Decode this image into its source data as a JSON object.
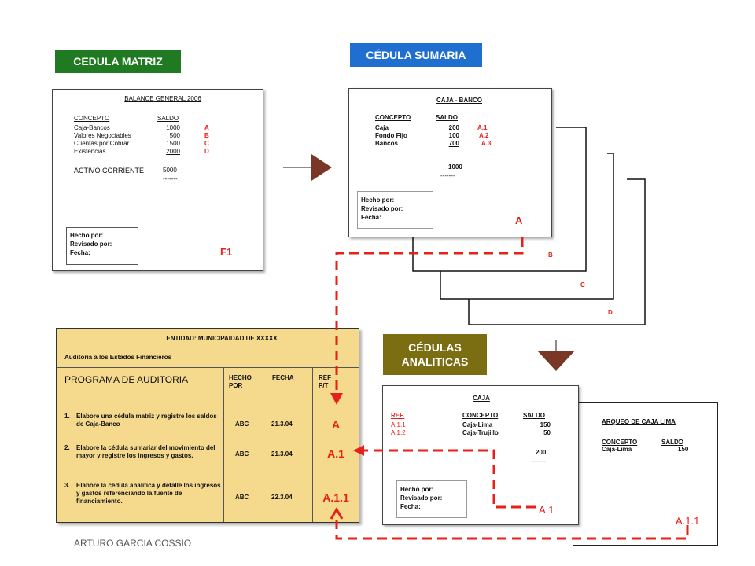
{
  "titles": {
    "matriz": "CEDULA MATRIZ",
    "sumaria": "CÉDULA SUMARIA",
    "analiticas": "CÉDULAS ANALITICAS"
  },
  "colors": {
    "green": "#1f7a22",
    "blue": "#1e6fd0",
    "olive": "#7b6e12",
    "red": "#e8201a",
    "sand": "#f5d98c",
    "arrow": "#7a3626"
  },
  "matriz": {
    "title": "BALANCE GENERAL 2006",
    "col_concepto": "CONCEPTO",
    "col_saldo": "SALDO",
    "rows": [
      {
        "concepto": "Caja-Bancos",
        "saldo": "1000",
        "ref": "A"
      },
      {
        "concepto": "Valores Negociables",
        "saldo": "500",
        "ref": "B"
      },
      {
        "concepto": "Cuentas por Cobrar",
        "saldo": "1500",
        "ref": "C"
      },
      {
        "concepto": "Existencias",
        "saldo": "2000",
        "ref": "D"
      }
    ],
    "total_label": "ACTIVO CORRIENTE",
    "total_value": "5000",
    "dashes": "-------",
    "hecho": "Hecho por:",
    "revisado": "Revisado por:",
    "fecha": "Fecha:",
    "ref": "F1"
  },
  "sumaria": {
    "title": "CAJA - BANCO",
    "col_concepto": "CONCEPTO",
    "col_saldo": "SALDO",
    "rows": [
      {
        "concepto": "Caja",
        "saldo": "200",
        "ref": "A.1"
      },
      {
        "concepto": "Fondo Fijo",
        "saldo": "100",
        "ref": "A.2"
      },
      {
        "concepto": "Bancos",
        "saldo": "700",
        "ref": "A.3"
      }
    ],
    "total": "1000",
    "dashes": "-------",
    "hecho": "Hecho por:",
    "revisado": "Revisado por:",
    "fecha": "Fecha:",
    "ref": "A",
    "stack_refs": [
      "B",
      "C",
      "D"
    ]
  },
  "programa": {
    "entidad": "ENTIDAD: MUNICIPAIDAD DE XXXXX",
    "auditoria": "Auditoria a los Estados Financieros",
    "col_programa": "PROGRAMA DE AUDITORIA",
    "col_hecho": "HECHO POR",
    "col_fecha": "FECHA",
    "col_ref": "REF P/T",
    "items": [
      {
        "num": "1.",
        "text": "Elabore una cédula matriz y registre los saldos de Caja-Banco",
        "hecho": "ABC",
        "fecha": "21.3.04",
        "ref": "A"
      },
      {
        "num": "2.",
        "text": "Elabore la cédula sumariar del movimiento del mayor y registre los ingresos y gastos.",
        "hecho": "ABC",
        "fecha": "21.3.04",
        "ref": "A.1"
      },
      {
        "num": "3.",
        "text": "Elabore la cédula analitica y detalle los ingresos y gastos referenciando la fuente de financiamiento.",
        "hecho": "ABC",
        "fecha": "22.3.04",
        "ref": "A.1.1"
      }
    ]
  },
  "analitica": {
    "title": "CAJA",
    "col_ref": "REF.",
    "col_concepto": "CONCEPTO",
    "col_saldo": "SALDO",
    "rows": [
      {
        "ref": "A.1.1",
        "concepto": "Caja-Lima",
        "saldo": "150"
      },
      {
        "ref": "A.1.2",
        "concepto": "Caja-Trujillo",
        "saldo": "50"
      }
    ],
    "total": "200",
    "dashes": "-------",
    "hecho": "Hecho por:",
    "revisado": "Revisado por:",
    "fecha": "Fecha:",
    "ref": "A.1"
  },
  "arqueo": {
    "title": "ARQUEO DE CAJA LIMA",
    "col_concepto": "CONCEPTO",
    "col_saldo": "SALDO",
    "row_concepto": "Caja-Lima",
    "row_saldo": "150",
    "ref": "A.1.1"
  },
  "author": "ARTURO GARCIA COSSIO"
}
